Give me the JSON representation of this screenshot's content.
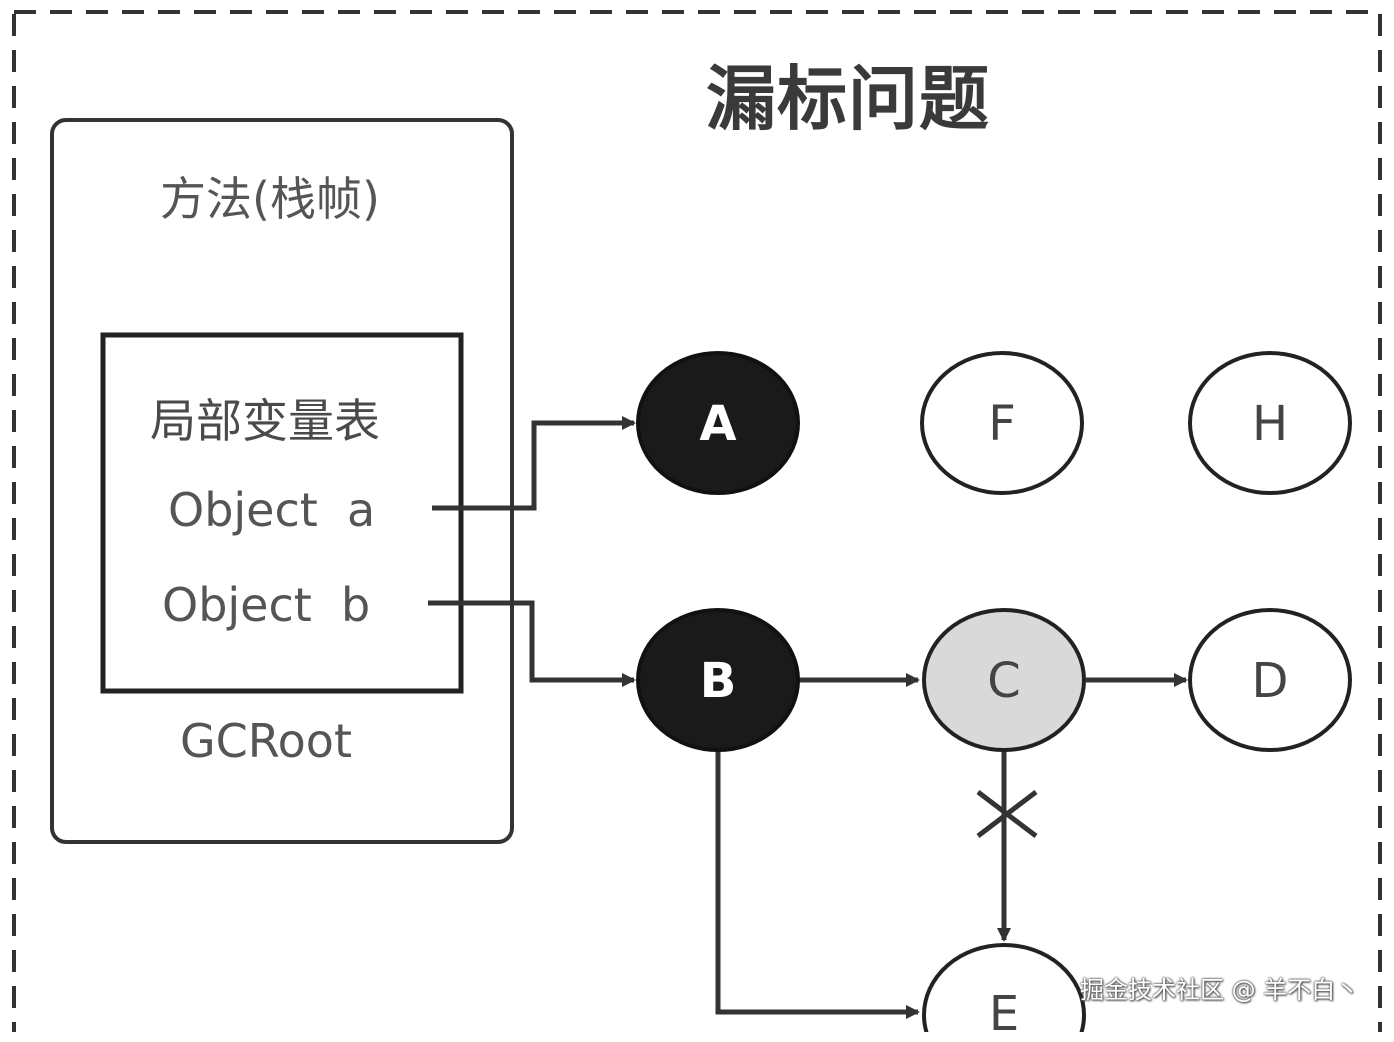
{
  "title": "漏标问题",
  "stack_frame": {
    "label": "方法(栈帧)",
    "local_var_table": {
      "label": "局部变量表",
      "vars": [
        "Object  a",
        "Object  b"
      ]
    },
    "gcroot_label": "GCRoot"
  },
  "nodes": {
    "A": {
      "label": "A",
      "color": "black"
    },
    "B": {
      "label": "B",
      "color": "black"
    },
    "C": {
      "label": "C",
      "color": "gray"
    },
    "D": {
      "label": "D",
      "color": "white"
    },
    "E": {
      "label": "E",
      "color": "white"
    },
    "F": {
      "label": "F",
      "color": "white"
    },
    "H": {
      "label": "H",
      "color": "white"
    }
  },
  "edges": [
    {
      "from": "Object a",
      "to": "A"
    },
    {
      "from": "Object b",
      "to": "B"
    },
    {
      "from": "B",
      "to": "C"
    },
    {
      "from": "C",
      "to": "D"
    },
    {
      "from": "C",
      "to": "E",
      "deleted": true
    },
    {
      "from": "B",
      "to": "E"
    }
  ],
  "colors": {
    "black_node": "#1a1a1a",
    "gray_node": "#d9d9d9",
    "white_node": "#ffffff",
    "stroke": "#333333"
  },
  "watermark": "掘金技术社区 @ 羊不白丶"
}
